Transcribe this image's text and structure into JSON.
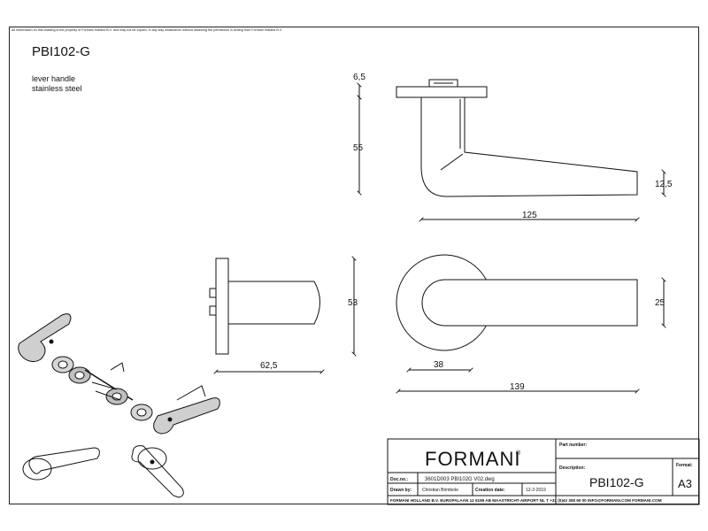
{
  "sheet": {
    "notice": "All information on this drawing is the property of Formani Holland B.V. and may not be copied, in any way whatsoever without obtaining the permission in writing from Formani Holland B.V.",
    "part_code": "PBI102-G",
    "description_lines": [
      "lever handle",
      "stainless steel"
    ]
  },
  "dimensions": {
    "rose_thickness": "6,5",
    "height": "55",
    "lever_end": "12,5",
    "lever_length": "125",
    "side_width": "53",
    "side_projection": "62,5",
    "front_width": "25",
    "front_offset": "38",
    "front_length": "139"
  },
  "title_block": {
    "logo": "FORMANI",
    "logo_mark": "®",
    "part_number_label": "Part number:",
    "description_label": "Description:",
    "format_label": "Format:",
    "description_value": "PBI102-G",
    "format_value": "A3",
    "doc_label": "Doc.no.:",
    "doc_value": "3601D003 PBI102G V02.dwg",
    "drawn_label": "Drawn by:",
    "drawn_value": "Christian Brimbole",
    "creation_label": "Creation date:",
    "creation_value": "12-2-2019",
    "footer": "FORMANI HOLLAND B.V.   EUROPALAAN 12  6199 AB MAASTRICHT-AIRPORT NL  T +31 (0)43 308 90 00 INFO@FORMANI.COM FORMANI.COM"
  }
}
